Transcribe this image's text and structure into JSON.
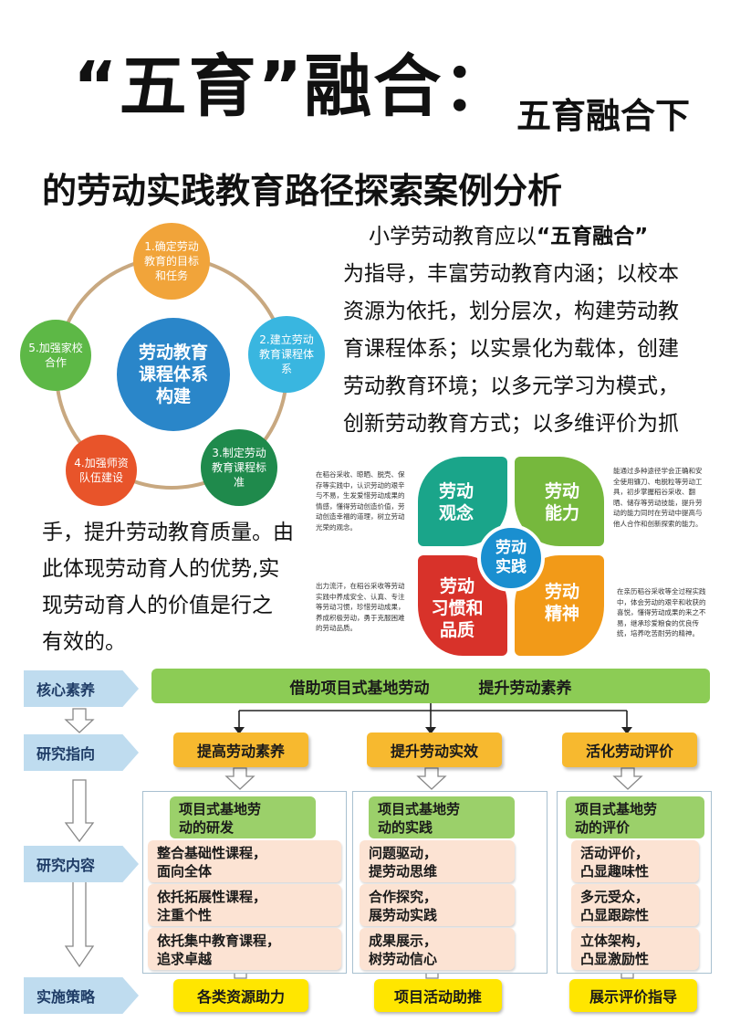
{
  "title": {
    "big": "“五育”融合：",
    "tail": "五育融合下",
    "line2": "的劳动实践教育路径探索案例分析"
  },
  "paragraph": {
    "l1_prefix": "小学劳动教育应以",
    "l1_bold": "“五育融合”",
    "l2": "为指导，丰富劳动教育内涵；以校本",
    "l3": "资源为依托，划分层次，构建劳动教",
    "l4": "育课程体系；以实景化为载体，创建",
    "l5": "劳动教育环境；以多元学习为模式，",
    "l6": "创新劳动教育方式；以多维评价为抓",
    "l7": "手，提升劳动教育质量。由",
    "l8": "此体现劳动育人的优势,实",
    "l9": "现劳动育人的价值是行之",
    "l10": "有效的。"
  },
  "cycle": {
    "center": "劳动教育\n课程体系\n构建",
    "node1": "1.确定劳动\n教育的目标\n和任务",
    "node2": "2.建立劳动\n教育课程体\n系",
    "node3": "3.制定劳动\n教育课程标\n准",
    "node4": "4.加强师资\n队伍建设",
    "node5": "5.加强家校\n合作",
    "colors": {
      "center": "#2a86c9",
      "n1": "#f1a43a",
      "n2": "#39b6e0",
      "n3": "#1f8a4c",
      "n4": "#e8542a",
      "n5": "#5db846",
      "ring": "#c8a880"
    }
  },
  "petals": {
    "center": "劳动\n实践",
    "tl": "劳动\n观念",
    "tr": "劳动\n能力",
    "bl": "劳动\n习惯和\n品质",
    "br": "劳动\n精神",
    "note_tl": "在稻谷采收、晾晒、脱壳、保\n存等实践中，认识劳动的艰辛\n与不易，生发爱惜劳动成果的\n情感，懂得劳动创造价值，劳\n动创造幸福的道理，树立劳动\n光荣的观念。",
    "note_tr": "能通过多种途径学会正确和安\n全使用镰刀、电脱粒等劳动工\n具，初步掌握稻谷采收、翻\n晒、储存等劳动技能，提升劳\n动的能力同时在劳动中提高与\n他人合作和创新探索的能力。",
    "note_bl": "出力流汗，在稻谷采收等劳动\n实践中养成安全、认真、专注\n等劳动习惯，珍惜劳动成果，\n养成积极劳动，勇于克服困难\n的劳动品质。",
    "note_br": "在亲历稻谷采收等全过程实践\n中，体会劳动的艰辛和收获的\n喜悦，懂得劳动成果的来之不\n易，继承珍爱粮食的优良传\n统，培养吃苦耐劳的精神。",
    "colors": {
      "tl": "#1aa58a",
      "tr": "#76b83d",
      "bl": "#d8322a",
      "br": "#f29a18",
      "center": "#1a8fd0"
    }
  },
  "flow": {
    "rows": {
      "core": "核心素养",
      "direction": "研究指向",
      "content": "研究内容",
      "strategy": "实施策略"
    },
    "top_bar": {
      "left": "借助项目式基地劳动",
      "right": "提升劳动素养"
    },
    "directions": [
      "提高劳动素养",
      "提升劳动实效",
      "活化劳动评价"
    ],
    "columns": [
      {
        "head": "项目式基地劳\n动的研发",
        "items": [
          "整合基础性课程，\n面向全体",
          "依托拓展性课程，\n注重个性",
          "依托集中教育课程，\n追求卓越"
        ],
        "strategy": "各类资源助力"
      },
      {
        "head": "项目式基地劳\n动的实践",
        "items": [
          "问题驱动，\n提劳动思维",
          "合作探究，\n展劳动实践",
          "成果展示，\n树劳动信心"
        ],
        "strategy": "项目活动助推"
      },
      {
        "head": "项目式基地劳\n动的评价",
        "items": [
          "活动评价，\n凸显趣味性",
          "多元受众，\n凸显跟踪性",
          "立体架构，\n凸显激励性"
        ],
        "strategy": "展示评价指导"
      }
    ]
  }
}
